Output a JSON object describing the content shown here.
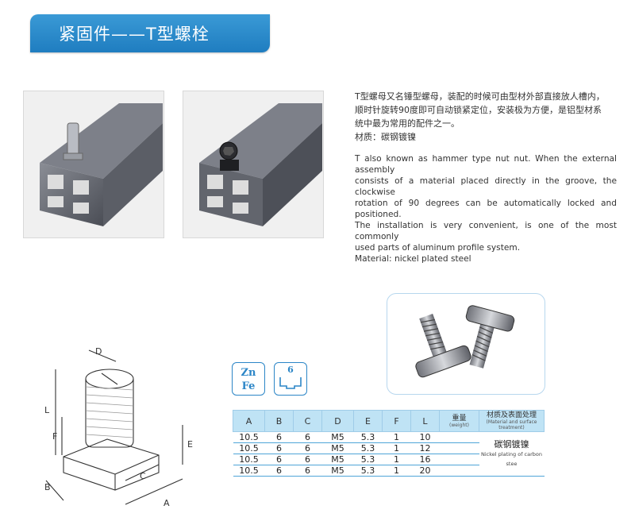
{
  "header": {
    "title": "紧固件——T型螺栓"
  },
  "description": {
    "cn_lines": [
      "T型螺母又名锤型螺母，装配的时候可由型材外部直接放人槽内，",
      "顺时针旋转90度即可自动锁紧定位，安装极为方便，是铝型材系",
      "统中最为常用的配件之一。",
      "材质：碳钢镀镍"
    ],
    "en_lines": [
      "T also known as hammer type nut nut. When the external assembly",
      "consists of a material placed directly in the groove, the clockwise",
      "rotation of 90 degrees can be automatically locked and positioned.",
      "The installation is very convenient, is one of the most commonly",
      "used parts of aluminum profile system.",
      "Material: nickel plated steel"
    ]
  },
  "badges": {
    "zn": "Zn",
    "fe": "Fe",
    "six": "6"
  },
  "diagram_labels": {
    "d": "D",
    "l": "L",
    "f": "F",
    "e": "E",
    "c": "C",
    "b": "B",
    "a": "A"
  },
  "table": {
    "headers": [
      "A",
      "B",
      "C",
      "D",
      "E",
      "F",
      "L"
    ],
    "weight_header": {
      "cn": "重量",
      "en": "(weight)"
    },
    "surface_header": {
      "cn": "材质及表面处理",
      "en": "(Material and surface treatment)"
    },
    "rows": [
      [
        "10.5",
        "6",
        "6",
        "M5",
        "5.3",
        "1",
        "10"
      ],
      [
        "10.5",
        "6",
        "6",
        "M5",
        "5.3",
        "1",
        "12"
      ],
      [
        "10.5",
        "6",
        "6",
        "M5",
        "5.3",
        "1",
        "16"
      ],
      [
        "10.5",
        "6",
        "6",
        "M5",
        "5.3",
        "1",
        "20"
      ]
    ],
    "material": {
      "cn": "碳钢镀镍",
      "en": "Nickel plating of carbon stee"
    }
  },
  "colors": {
    "banner": "#2a8bd0",
    "table_header": "#bfe3f5",
    "accent": "#2c86c7"
  }
}
